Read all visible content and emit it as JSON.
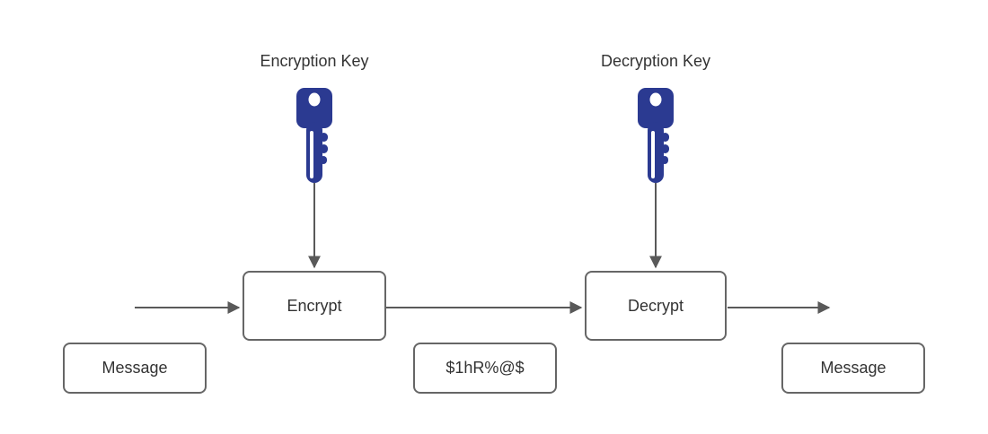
{
  "diagram": {
    "type": "flow-diagram",
    "topic": "symmetric-encryption-process",
    "colors": {
      "key": "#2b3a91",
      "line": "#595959",
      "border": "#666666",
      "text": "#333333",
      "background": "#ffffff"
    },
    "labels": {
      "encryption_key": "Encryption Key",
      "decryption_key": "Decryption Key"
    },
    "nodes": {
      "encrypt": "Encrypt",
      "decrypt": "Decrypt",
      "message_left": "Message",
      "ciphertext": "$1hR%@$",
      "message_right": "Message"
    },
    "icons": [
      {
        "name": "key-icon",
        "attached_to": "encryption_key"
      },
      {
        "name": "key-icon",
        "attached_to": "decryption_key"
      }
    ],
    "flow": [
      "message_left -> encrypt",
      "encryption_key -> encrypt",
      "encrypt -> decrypt (ciphertext $1hR%@$)",
      "decryption_key -> decrypt",
      "decrypt -> message_right"
    ]
  }
}
